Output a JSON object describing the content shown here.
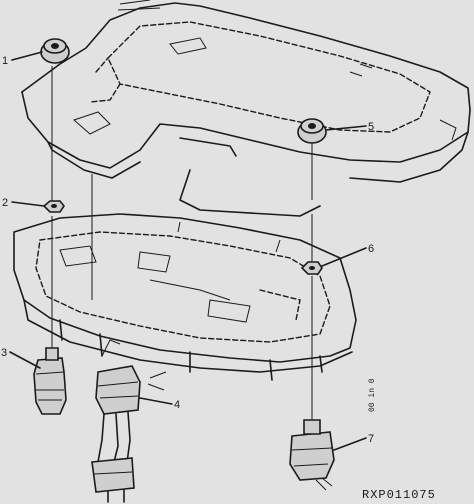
{
  "diagram": {
    "callouts": [
      {
        "id": "callout-1",
        "label": "1"
      },
      {
        "id": "callout-2",
        "label": "2"
      },
      {
        "id": "callout-3",
        "label": "3"
      },
      {
        "id": "callout-4",
        "label": "4"
      },
      {
        "id": "callout-5",
        "label": "5"
      },
      {
        "id": "callout-6",
        "label": "6"
      },
      {
        "id": "callout-7",
        "label": "7"
      }
    ],
    "reference_code": "RXP011075",
    "side_note": "00 in 0",
    "colors": {
      "background": "#e2e2e2",
      "ink": "#1b1b1b"
    }
  }
}
